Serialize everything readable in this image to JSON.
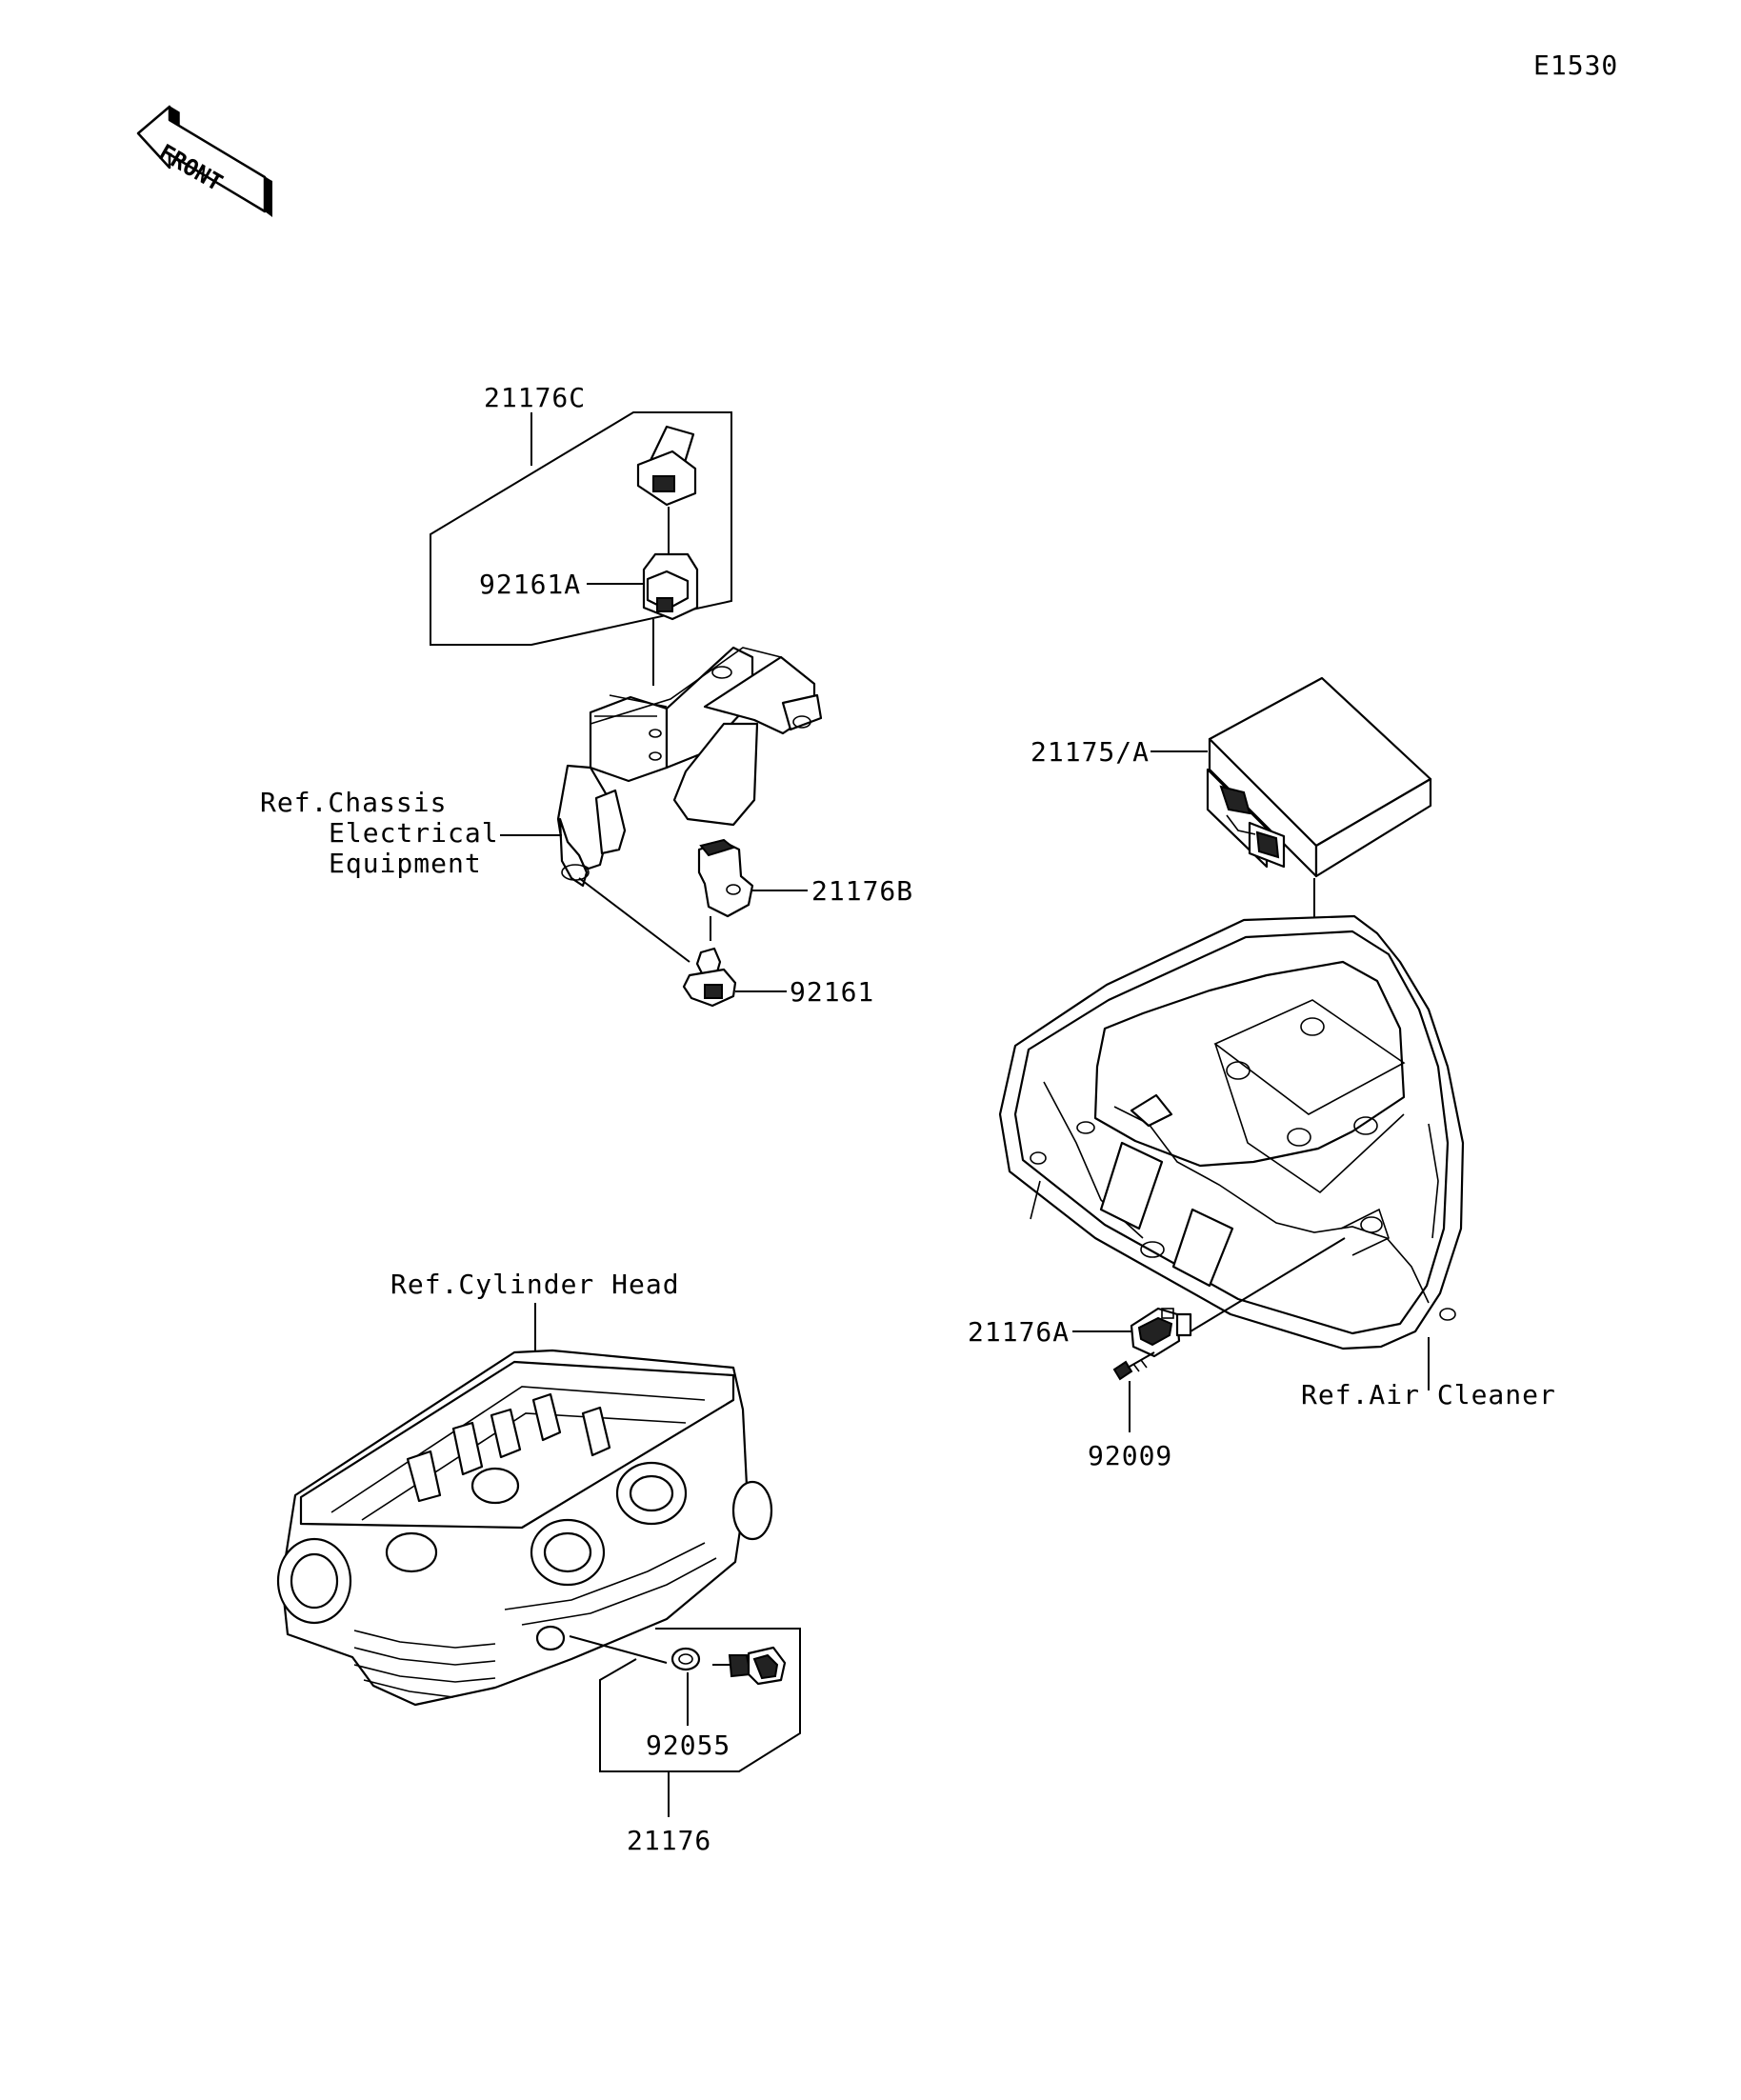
{
  "diagram_code": "E1530",
  "front_arrow": {
    "text": "FRONT",
    "icon": "front-direction-arrow-icon"
  },
  "labels": {
    "p21176C": "21176C",
    "p92161A": "92161A",
    "ref_chassis_1": "Ref.Chassis",
    "ref_chassis_2": "Electrical",
    "ref_chassis_3": "Equipment",
    "p21176B": "21176B",
    "p92161": "92161",
    "p21175A": "21175/A",
    "p21176A": "21176A",
    "p92009": "92009",
    "ref_air_cleaner": "Ref.Air Cleaner",
    "ref_cylinder_head": "Ref.Cylinder Head",
    "p92055": "92055",
    "p21176": "21176"
  }
}
